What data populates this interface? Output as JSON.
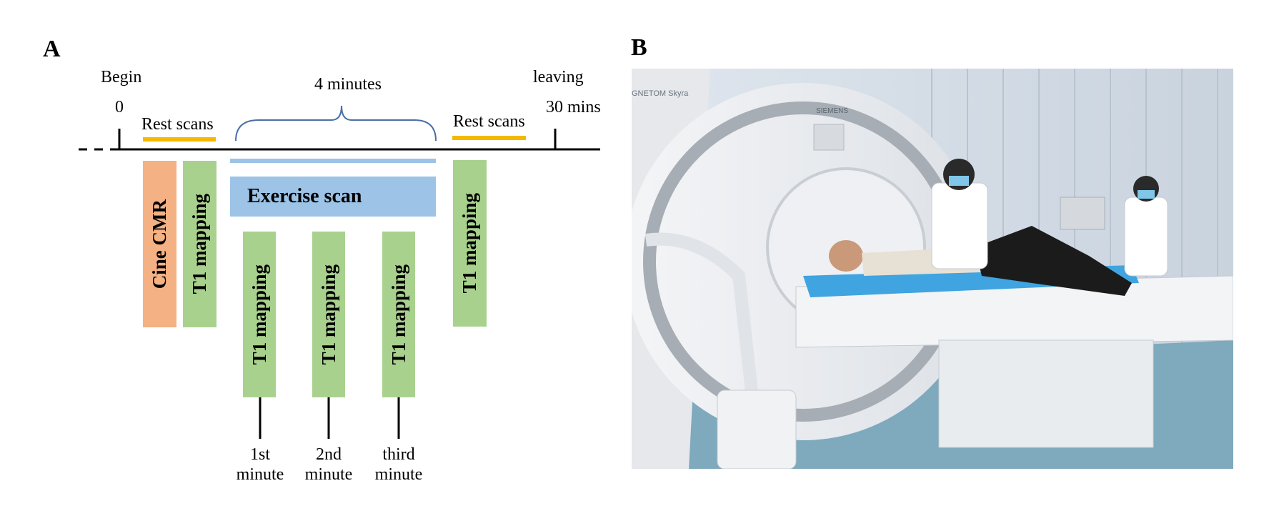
{
  "panel_a": {
    "label": "A",
    "begin_label": "Begin",
    "start_time": "0",
    "four_minutes_label": "4 minutes",
    "leaving_label": "leaving",
    "end_time": "30 mins",
    "rest_scans_left": "Rest scans",
    "rest_scans_right": "Rest scans",
    "cine_cmr": "Cine CMR",
    "t1_mapping_rest_pre": "T1 mapping",
    "exercise_scan": "Exercise scan",
    "t1_mapping_exercise": [
      "T1 mapping",
      "T1 mapping",
      "T1 mapping"
    ],
    "t1_mapping_rest_post": "T1 mapping",
    "minute_labels": [
      {
        "line1": "1st",
        "line2": "minute"
      },
      {
        "line1": "2nd",
        "line2": "minute"
      },
      {
        "line1": "third",
        "line2": "minute"
      }
    ],
    "colors": {
      "rest_bar": "#f5b800",
      "cine_box": "#f4b183",
      "t1_box": "#a9d18e",
      "exercise_box": "#9dc3e6",
      "brace": "#4a6fa5"
    }
  },
  "panel_b": {
    "label": "B",
    "scanner_brand": "SIEMENS",
    "scanner_model": "GNETOM Skyra"
  }
}
